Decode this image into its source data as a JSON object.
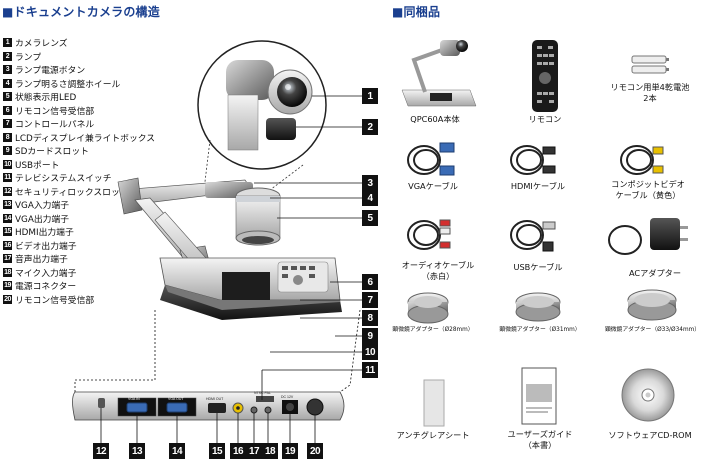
{
  "titles": {
    "structure": "■ドキュメントカメラの構造",
    "contents": "■同梱品"
  },
  "parts": [
    {
      "num": "1",
      "label": "カメラレンズ"
    },
    {
      "num": "2",
      "label": "ランプ"
    },
    {
      "num": "3",
      "label": "ランプ電源ボタン"
    },
    {
      "num": "4",
      "label": "ランプ明るさ調整ホイール"
    },
    {
      "num": "5",
      "label": "状態表示用LED"
    },
    {
      "num": "6",
      "label": "リモコン信号受信部"
    },
    {
      "num": "7",
      "label": "コントロールパネル"
    },
    {
      "num": "8",
      "label": "LCDディスプレイ兼ライトボックス"
    },
    {
      "num": "9",
      "label": "SDカードスロット"
    },
    {
      "num": "10",
      "label": "USBポート"
    },
    {
      "num": "11",
      "label": "テレビシステムスイッチ"
    },
    {
      "num": "12",
      "label": "セキュリティロックスロット"
    },
    {
      "num": "13",
      "label": "VGA入力端子"
    },
    {
      "num": "14",
      "label": "VGA出力端子"
    },
    {
      "num": "15",
      "label": "HDMI出力端子"
    },
    {
      "num": "16",
      "label": "ビデオ出力端子"
    },
    {
      "num": "17",
      "label": "音声出力端子"
    },
    {
      "num": "18",
      "label": "マイク入力端子"
    },
    {
      "num": "19",
      "label": "電源コネクター"
    },
    {
      "num": "20",
      "label": "リモコン信号受信部"
    }
  ],
  "contents": [
    {
      "id": "main-unit",
      "label": "QPC60A本体"
    },
    {
      "id": "remote",
      "label": "リモコン"
    },
    {
      "id": "battery",
      "label": "リモコン用単4乾電池\n2本"
    },
    {
      "id": "vga-cable",
      "label": "VGAケーブル"
    },
    {
      "id": "hdmi-cable",
      "label": "HDMIケーブル"
    },
    {
      "id": "composite-cable",
      "label": "コンポジットビデオ\nケーブル（黄色）"
    },
    {
      "id": "audio-cable",
      "label": "オーディオケーブル\n（赤白）"
    },
    {
      "id": "usb-cable",
      "label": "USBケーブル"
    },
    {
      "id": "ac-adapter",
      "label": "ACアダプター"
    },
    {
      "id": "adapter-28",
      "label": "顕微鏡アダプター（Ø28mm）"
    },
    {
      "id": "adapter-31",
      "label": "顕微鏡アダプター（Ø31mm）"
    },
    {
      "id": "adapter-33",
      "label": "顕微鏡アダプター（Ø33/Ø34mm）"
    },
    {
      "id": "antiglare",
      "label": "アンチグレアシート"
    },
    {
      "id": "guide",
      "label": "ユーザーズガイド\n（本書）"
    },
    {
      "id": "software-cd",
      "label": "ソフトウェアCD-ROM"
    }
  ],
  "back_labels": {
    "vga_in": "VGA IN",
    "vga_out": "VGA OUT",
    "hdmi": "HDMI OUT",
    "ntsc": "NTSC PAL",
    "dc": "DC 12V"
  }
}
